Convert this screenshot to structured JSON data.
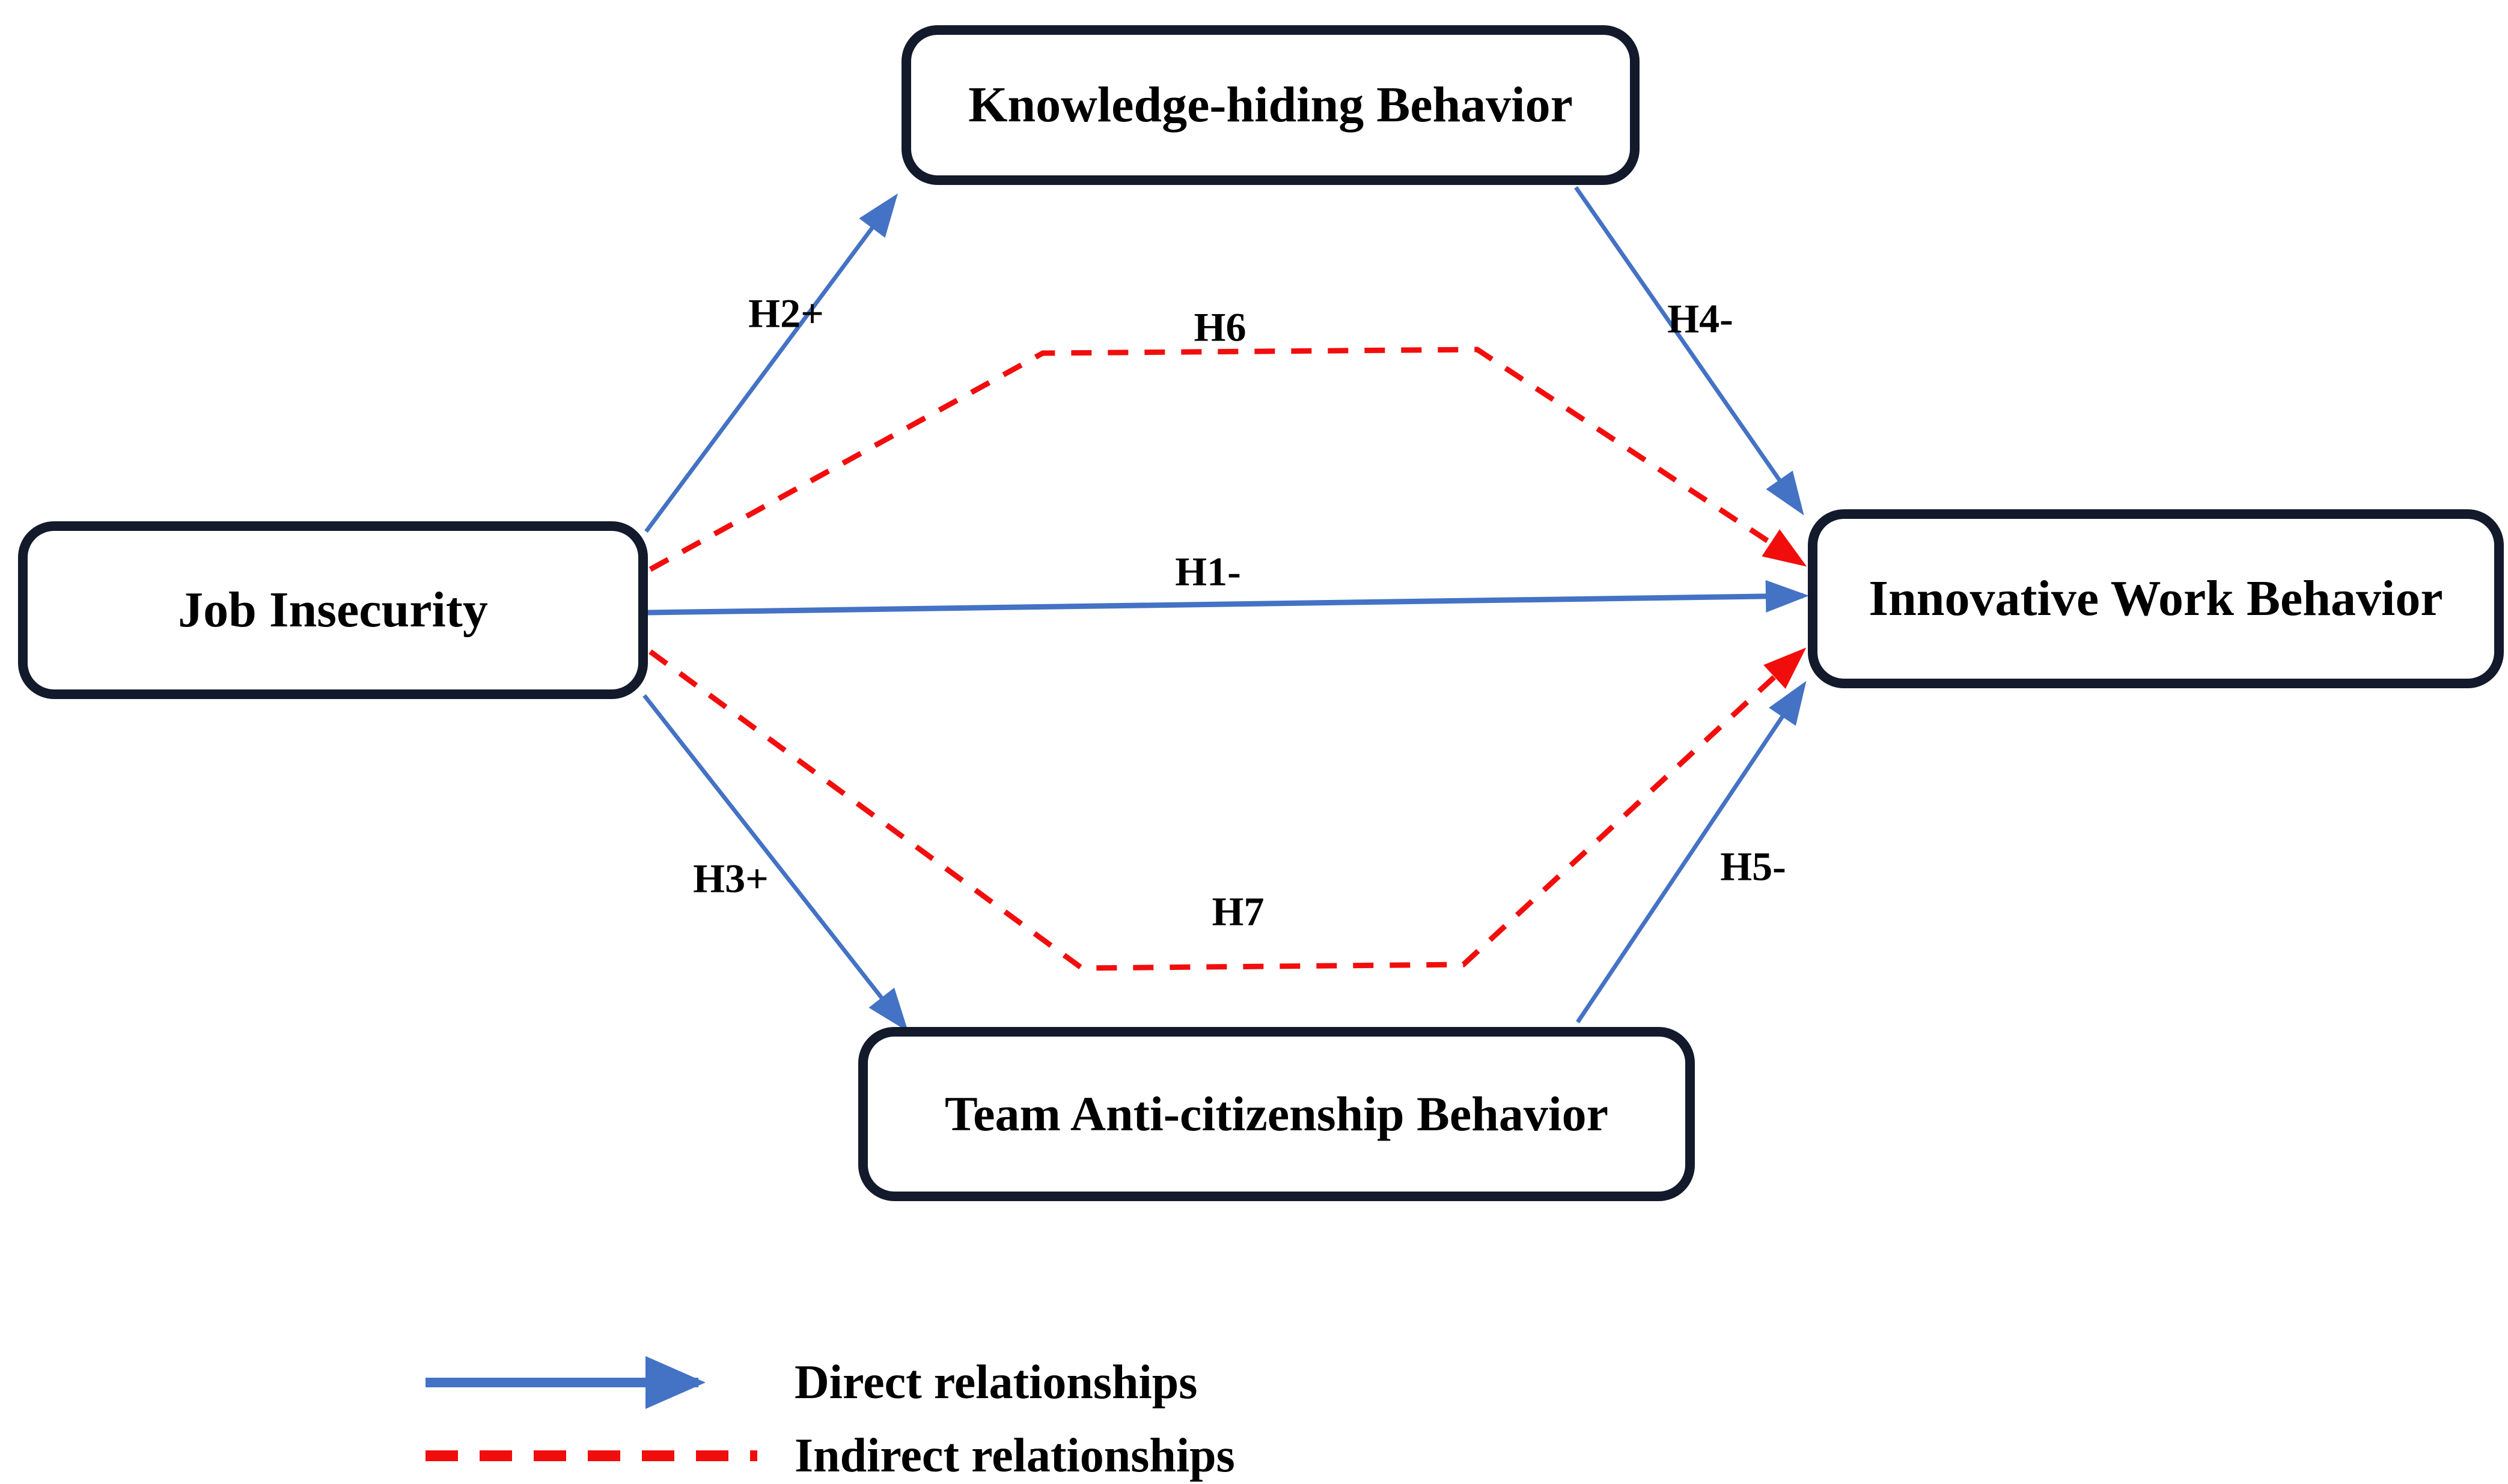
{
  "figure": {
    "background": "#ffffff",
    "colors": {
      "direct": "#4472C4",
      "indirect": "#F20D0D",
      "node_border": "#121A2B",
      "text": "#000000"
    },
    "nodes": [
      {
        "id": "knowledge_hiding",
        "label": "Knowledge-hiding Behavior"
      },
      {
        "id": "job_insecurity",
        "label": "Job Insecurity"
      },
      {
        "id": "innovative_work",
        "label": "Innovative Work Behavior"
      },
      {
        "id": "team_anti_citizenship",
        "label": "Team Anti-citizenship Behavior"
      }
    ],
    "edges": [
      {
        "id": "H1",
        "label": "H1-",
        "from": "job_insecurity",
        "to": "innovative_work",
        "type": "direct"
      },
      {
        "id": "H2",
        "label": "H2+",
        "from": "job_insecurity",
        "to": "knowledge_hiding",
        "type": "direct"
      },
      {
        "id": "H3",
        "label": "H3+",
        "from": "job_insecurity",
        "to": "team_anti_citizenship",
        "type": "direct"
      },
      {
        "id": "H4",
        "label": "H4-",
        "from": "knowledge_hiding",
        "to": "innovative_work",
        "type": "direct"
      },
      {
        "id": "H5",
        "label": "H5-",
        "from": "team_anti_citizenship",
        "to": "innovative_work",
        "type": "direct"
      },
      {
        "id": "H6",
        "label": "H6",
        "from": "job_insecurity",
        "to": "innovative_work",
        "type": "indirect"
      },
      {
        "id": "H7",
        "label": "H7",
        "from": "job_insecurity",
        "to": "innovative_work",
        "type": "indirect"
      }
    ],
    "legend": {
      "direct_label": "Direct relationships",
      "indirect_label": "Indirect relationships"
    }
  }
}
